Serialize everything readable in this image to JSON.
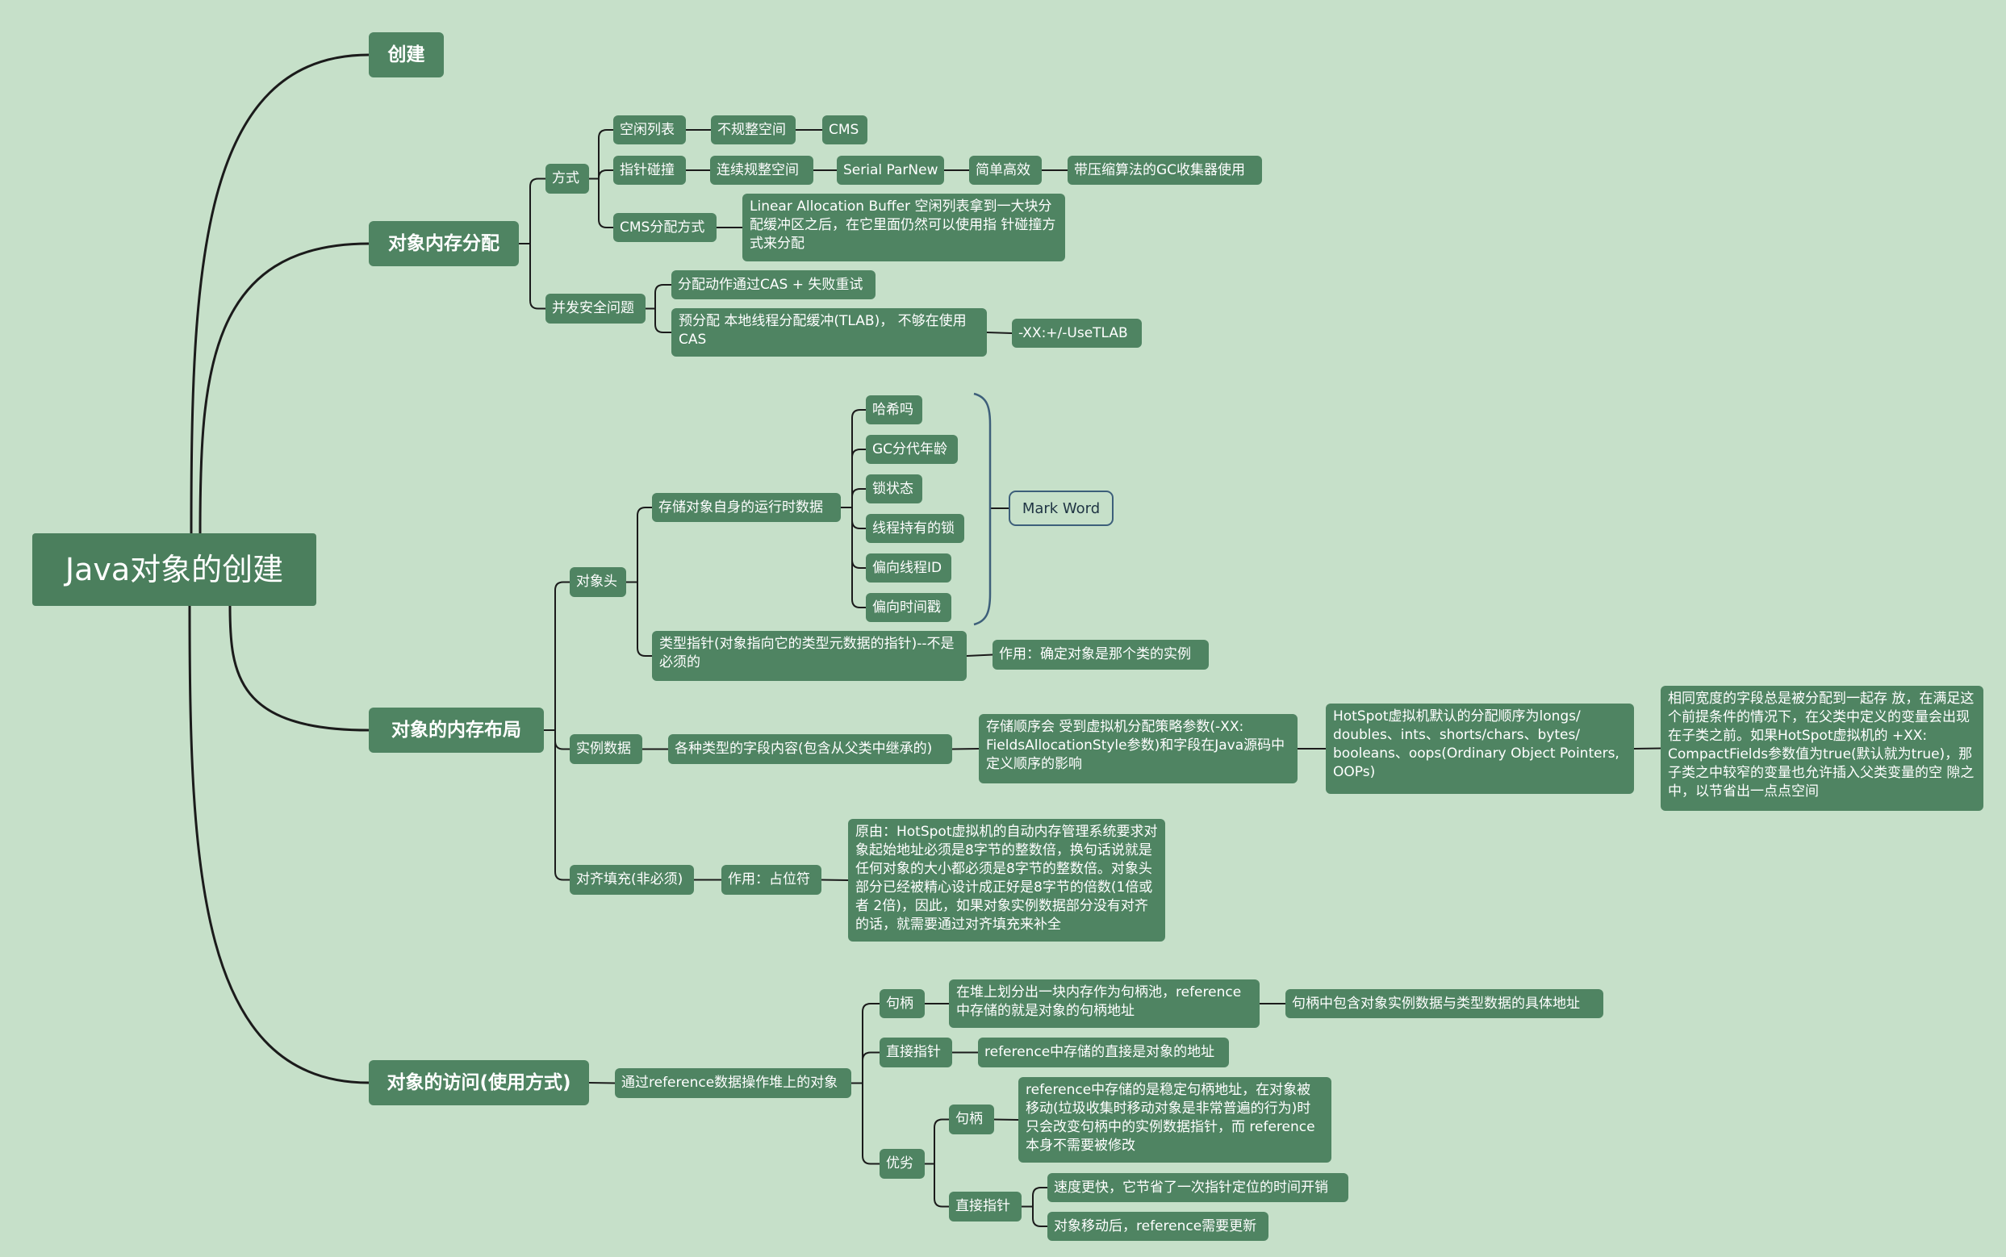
{
  "root": "Java对象的创建",
  "create": "创建",
  "alloc": {
    "title": "对象内存分配",
    "method": "方式",
    "free_list": "空闲列表",
    "irregular": "不规整空间",
    "cms": "CMS",
    "bump": "指针碰撞",
    "regular": "连续规整空间",
    "serial": "Serial ParNew",
    "simple": "简单高效",
    "compact_gc": "带压缩算法的GC收集器使用",
    "cms_alloc": "CMS分配方式",
    "lab": "Linear Allocation Buffer 空闲列表拿到一大块分配缓冲区之后，在它里面仍然可以使用指 针碰撞方式来分配",
    "concurrency": "并发安全问题",
    "cas": "分配动作通过CAS + 失败重试",
    "tlab": "预分配 本地线程分配缓冲(TLAB)， 不够在使用CAS",
    "tlab_flag": "-XX:+/-UseTLAB"
  },
  "layout": {
    "title": "对象的内存布局",
    "header": "对象头",
    "runtime": "存储对象自身的运行时数据",
    "mark_items": [
      "哈希吗",
      "GC分代年龄",
      "锁状态",
      "线程持有的锁",
      "偏向线程ID",
      "偏向时间戳"
    ],
    "mark_word": "Mark Word",
    "type_ptr": "类型指针(对象指向它的类型元数据的指针)--不是必须的",
    "type_ptr_use": "作用：确定对象是那个类的实例",
    "instance": "实例数据",
    "fields": "各种类型的字段内容(包含从父类中继承的)",
    "order": "存储顺序会 受到虚拟机分配策略参数(-XX: FieldsAllocationStyle参数)和字段在Java源码中定义顺序的影响",
    "hotspot_order": "HotSpot虚拟机默认的分配顺序为longs/ doubles、ints、shorts/chars、bytes/ booleans、oops(Ordinary Object Pointers, OOPs)",
    "same_width": "相同宽度的字段总是被分配到一起存 放，在满足这个前提条件的情况下，在父类中定义的变量会出现在子类之前。如果HotSpot虚拟机的 +XX: CompactFields参数值为true(默认就为true)，那子类之中较窄的变量也允许插入父类变量的空 隙之中，以节省出一点点空间",
    "padding": "对齐填充(非必须)",
    "placeholder": "作用：占位符",
    "reason": "原由：HotSpot虚拟机的自动内存管理系统要求对象起始地址必须是8字节的整数倍，换句话说就是 任何对象的大小都必须是8字节的整数倍。对象头部分已经被精心设计成正好是8字节的倍数(1倍或者 2倍)，因此，如果对象实例数据部分没有对齐的话，就需要通过对齐填充来补全"
  },
  "access": {
    "title": "对象的访问(使用方式)",
    "via_ref": "通过reference数据操作堆上的对象",
    "handle": "句柄",
    "handle_desc": "在堆上划分出一块内存作为句柄池，reference中存储的就是对象的句柄地址",
    "handle_content": "句柄中包含对象实例数据与类型数据的具体地址",
    "direct": "直接指针",
    "direct_desc": "reference中存储的直接是对象的地址",
    "advantage": "优劣",
    "adv_handle": "句柄",
    "adv_handle_desc": "reference中存储的是稳定句柄地址，在对象被移动(垃圾收集时移动对象是非常普遍的行为)时只会改变句柄中的实例数据指针，而 reference本身不需要被修改",
    "adv_direct": "直接指针",
    "adv_direct_fast": "速度更快，它节省了一次指针定位的时间开销",
    "adv_direct_update": "对象移动后，reference需要更新"
  },
  "colors": {
    "background": "#c6e0c9",
    "node": "#4f8462",
    "line": "#1b1b1b",
    "bracket": "#3d5f7a"
  }
}
